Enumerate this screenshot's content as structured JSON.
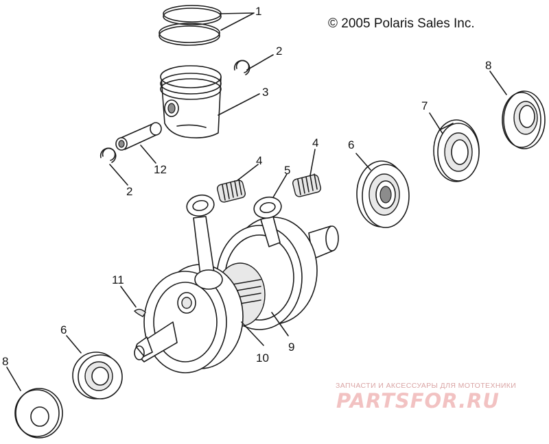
{
  "copyright": "© 2005 Polaris Sales Inc.",
  "watermark": {
    "tagline": "ЗАПЧАСТИ И АКСЕССУАРЫ ДЛЯ МОТОТЕХНИКИ",
    "logo": "PARTSFOR.RU",
    "color": "#f2c2c2"
  },
  "callouts": {
    "c1": "1",
    "c2_top": "2",
    "c3": "3",
    "c12": "12",
    "c2_bottom": "2",
    "c4_left": "4",
    "c4_right": "4",
    "c5": "5",
    "c6_right": "6",
    "c7": "7",
    "c8_right": "8",
    "c11": "11",
    "c6_left": "6",
    "c8_left": "8",
    "c10": "10",
    "c9": "9"
  },
  "parts": [
    "piston-rings",
    "piston-pin-circlip",
    "piston",
    "piston-pin",
    "needle-bearing",
    "connecting-rod",
    "main-bearing",
    "oil-seal",
    "woodruff-key",
    "crankshaft"
  ]
}
